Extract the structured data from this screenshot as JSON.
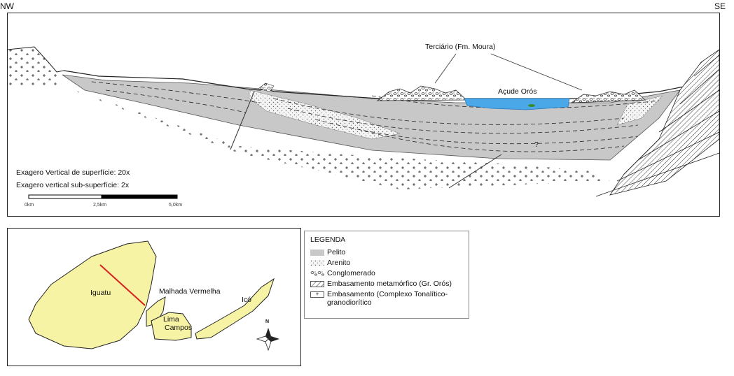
{
  "orientation": {
    "left": "NW",
    "right": "SE"
  },
  "section": {
    "tertiary_label": "Terciário (Fm. Moura)",
    "lake_label": "Açude Orós",
    "question_mark": "?",
    "exaggeration_surface": "Exagero Vertical de superfície: 20x",
    "exaggeration_subsurface": "Exagero vertical sub-superfície: 2x",
    "scale_ticks": [
      "0km",
      "2,5km",
      "5,0km"
    ],
    "colors": {
      "pelito": "#c8c8c8",
      "lake": "#4aa8e8",
      "frame": "#222222"
    }
  },
  "legend": {
    "title": "LEGENDA",
    "items": [
      {
        "pattern": "pelito-gray",
        "label": "Pelito"
      },
      {
        "pattern": "arenito-dots",
        "label": "Arenito"
      },
      {
        "pattern": "conglomerado-pebbles",
        "label": "Conglomerado"
      },
      {
        "pattern": "hatch-diagonal",
        "label": "Embasamento metamórfico (Gr. Orós)"
      },
      {
        "pattern": "plus-cross",
        "label": "Embasamento (Complexo Tonalítico-",
        "label_cont": "granodiorítico"
      }
    ]
  },
  "map": {
    "basin_color": "#f7f3a4",
    "profile_line_color": "#d62020",
    "basins": [
      "Iguatu",
      "Malhada Vermelha",
      "Lima",
      "Campos",
      "Icó"
    ],
    "north_arrow": "N"
  }
}
